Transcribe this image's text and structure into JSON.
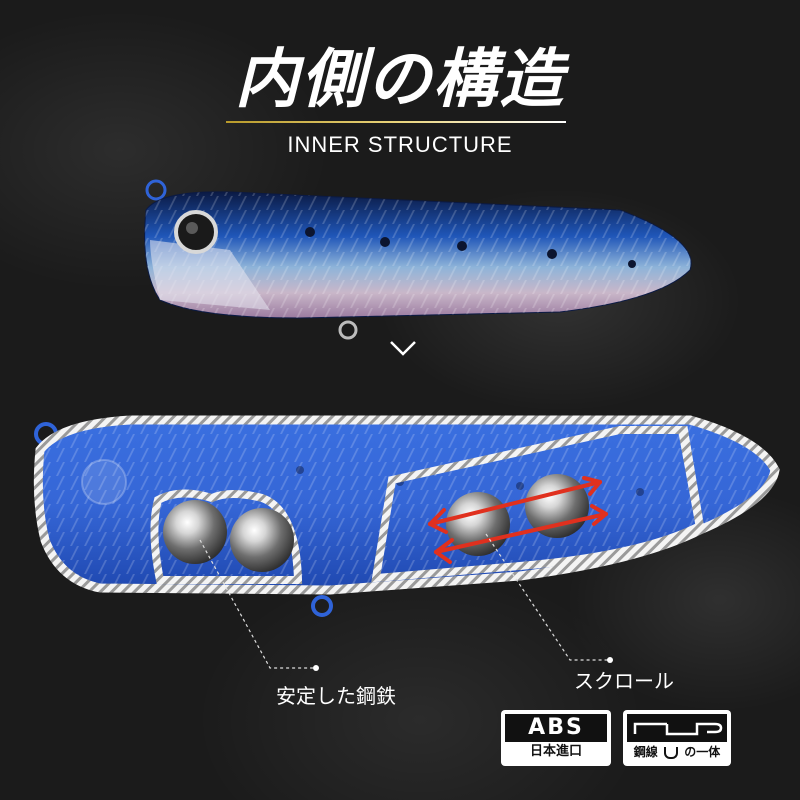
{
  "title": {
    "japanese": "内側の構造",
    "english": "INNER STRUCTURE"
  },
  "labels": {
    "steel_ball": "安定した鋼鉄",
    "scroll": "スクロール"
  },
  "badges": {
    "abs": {
      "top": "ABS",
      "bottom": "日本進口"
    },
    "wire": {
      "bottom_left": "鋼線",
      "bottom_right": "の一体"
    }
  },
  "icons": [
    "chevron-down-icon",
    "scroll-arrows-icon",
    "wire-hook-icon"
  ],
  "colors": {
    "lure_blue": "#2f63d8",
    "frame_white": "#f4f4f4",
    "accent_gold": "#d9c15a",
    "background": "#1b1b1b"
  }
}
